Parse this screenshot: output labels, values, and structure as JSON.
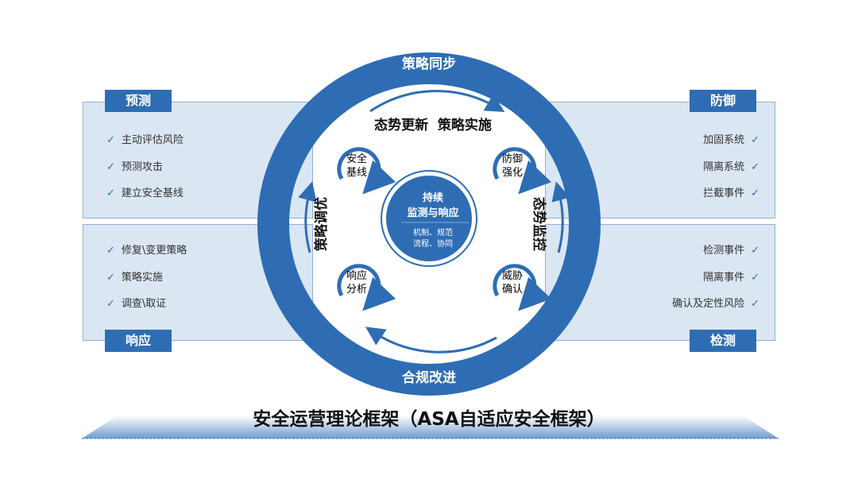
{
  "panels": {
    "predict": {
      "label": "预测",
      "items": [
        "主动评估风险",
        "预测攻击",
        "建立安全基线"
      ]
    },
    "defend": {
      "label": "防御",
      "items": [
        "加固系统",
        "隔离系统",
        "拦截事件"
      ]
    },
    "respond": {
      "label": "响应",
      "items": [
        "修复\\变更策略",
        "策略实施",
        "调查\\取证"
      ]
    },
    "detect": {
      "label": "检测",
      "items": [
        "检测事件",
        "隔离事件",
        "确认及定性风险"
      ]
    }
  },
  "check_icon": "✓",
  "ring": {
    "top": "策略同步",
    "bottom": "合规改进"
  },
  "inner": {
    "top": "态势更新  策略实施",
    "left": "策略调优",
    "right": "态势监控"
  },
  "nodes": {
    "baseline": [
      "安全",
      "基线"
    ],
    "harden": [
      "防御",
      "强化"
    ],
    "analyze": [
      "响应",
      "分析"
    ],
    "confirm": [
      "威胁",
      "确认"
    ]
  },
  "center": {
    "title1": "持续",
    "title2": "监测与响应",
    "sub1": "机制、规范",
    "sub2": "流程、协同"
  },
  "footer": {
    "title": "安全运营理论框架（ASA自适应安全框架）"
  },
  "colors": {
    "primary": "#2e6db4",
    "panel": "#dbe6f3"
  }
}
